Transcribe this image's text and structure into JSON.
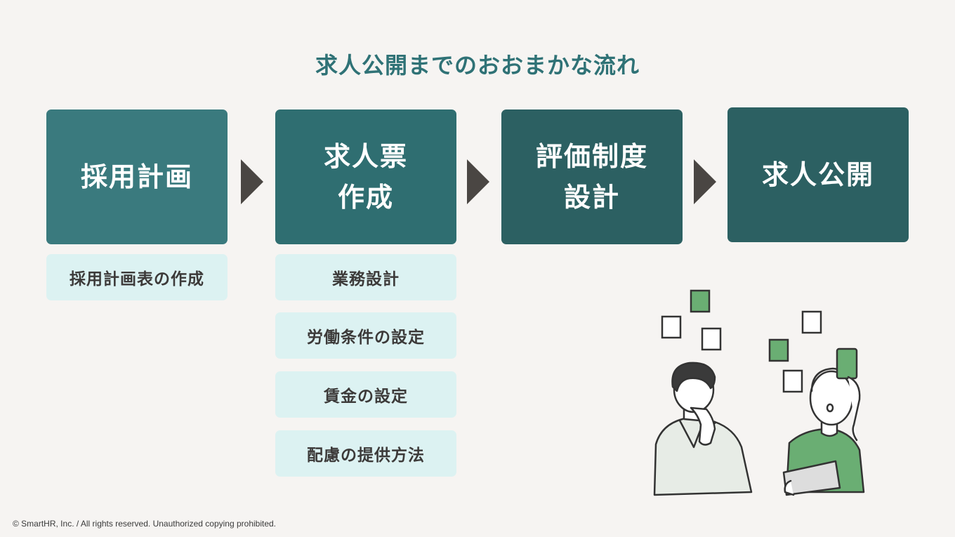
{
  "title": "求人公開までのおおまかな流れ",
  "steps": [
    {
      "label": "採用計画"
    },
    {
      "label": "求人票\n作成"
    },
    {
      "label": "評価制度\n設計"
    },
    {
      "label": "求人公開"
    }
  ],
  "sub_items": {
    "step1": [
      "採用計画表の作成"
    ],
    "step2": [
      "業務設計",
      "労働条件の設定",
      "賃金の設定",
      "配慮の提供方法"
    ]
  },
  "footer": "© SmartHR, Inc. / All rights reserved. Unauthorized copying prohibited.",
  "colors": {
    "title": "#2f7276",
    "step_box": "#2f6e71",
    "step_box_dark": "#2c6062",
    "sub_box": "#dcf2f2",
    "arrow": "#4a4643",
    "illustration_accent": "#6aae73"
  },
  "illustration": {
    "icon": "people-thinking-with-cards-illustration"
  }
}
